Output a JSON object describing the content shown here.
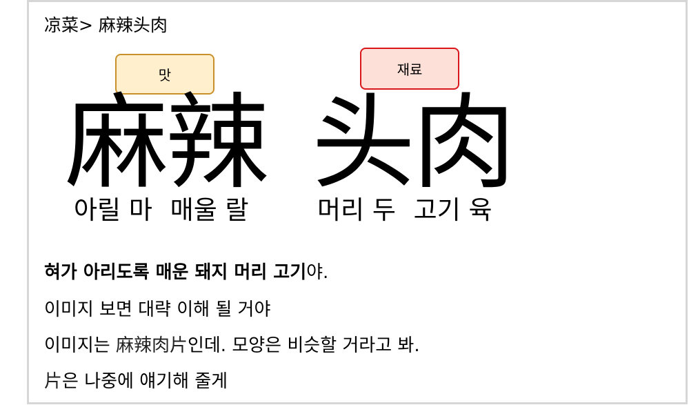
{
  "breadcrumb": {
    "parent": "凉菜>",
    "current": "麻辣头肉"
  },
  "tags": {
    "taste": {
      "label": "맛",
      "fill": "#ffefcc",
      "border": "#c8902a"
    },
    "ingredient": {
      "label": "재료",
      "fill": "#fde0d8",
      "border": "#d9161a"
    }
  },
  "hanzi": {
    "mala": "麻辣",
    "tourou": "头肉"
  },
  "gloss": {
    "mala": [
      "아릴 마",
      "매울 랄"
    ],
    "tourou": [
      "머리 두",
      "고기 육"
    ]
  },
  "body": {
    "line1_bold": "혀가 아리도록 매운 돼지 머리 고기",
    "line1_rest": "야.",
    "line2": "이미지 보면 대략 이해 될 거야",
    "line3_pre": "이미지는 ",
    "line3_han": "麻辣肉片",
    "line3_post": "인데. 모양은 비슷할 거라고 봐.",
    "line4_han": "片",
    "line4_post": "은 나중에 얘기해 줄게"
  }
}
